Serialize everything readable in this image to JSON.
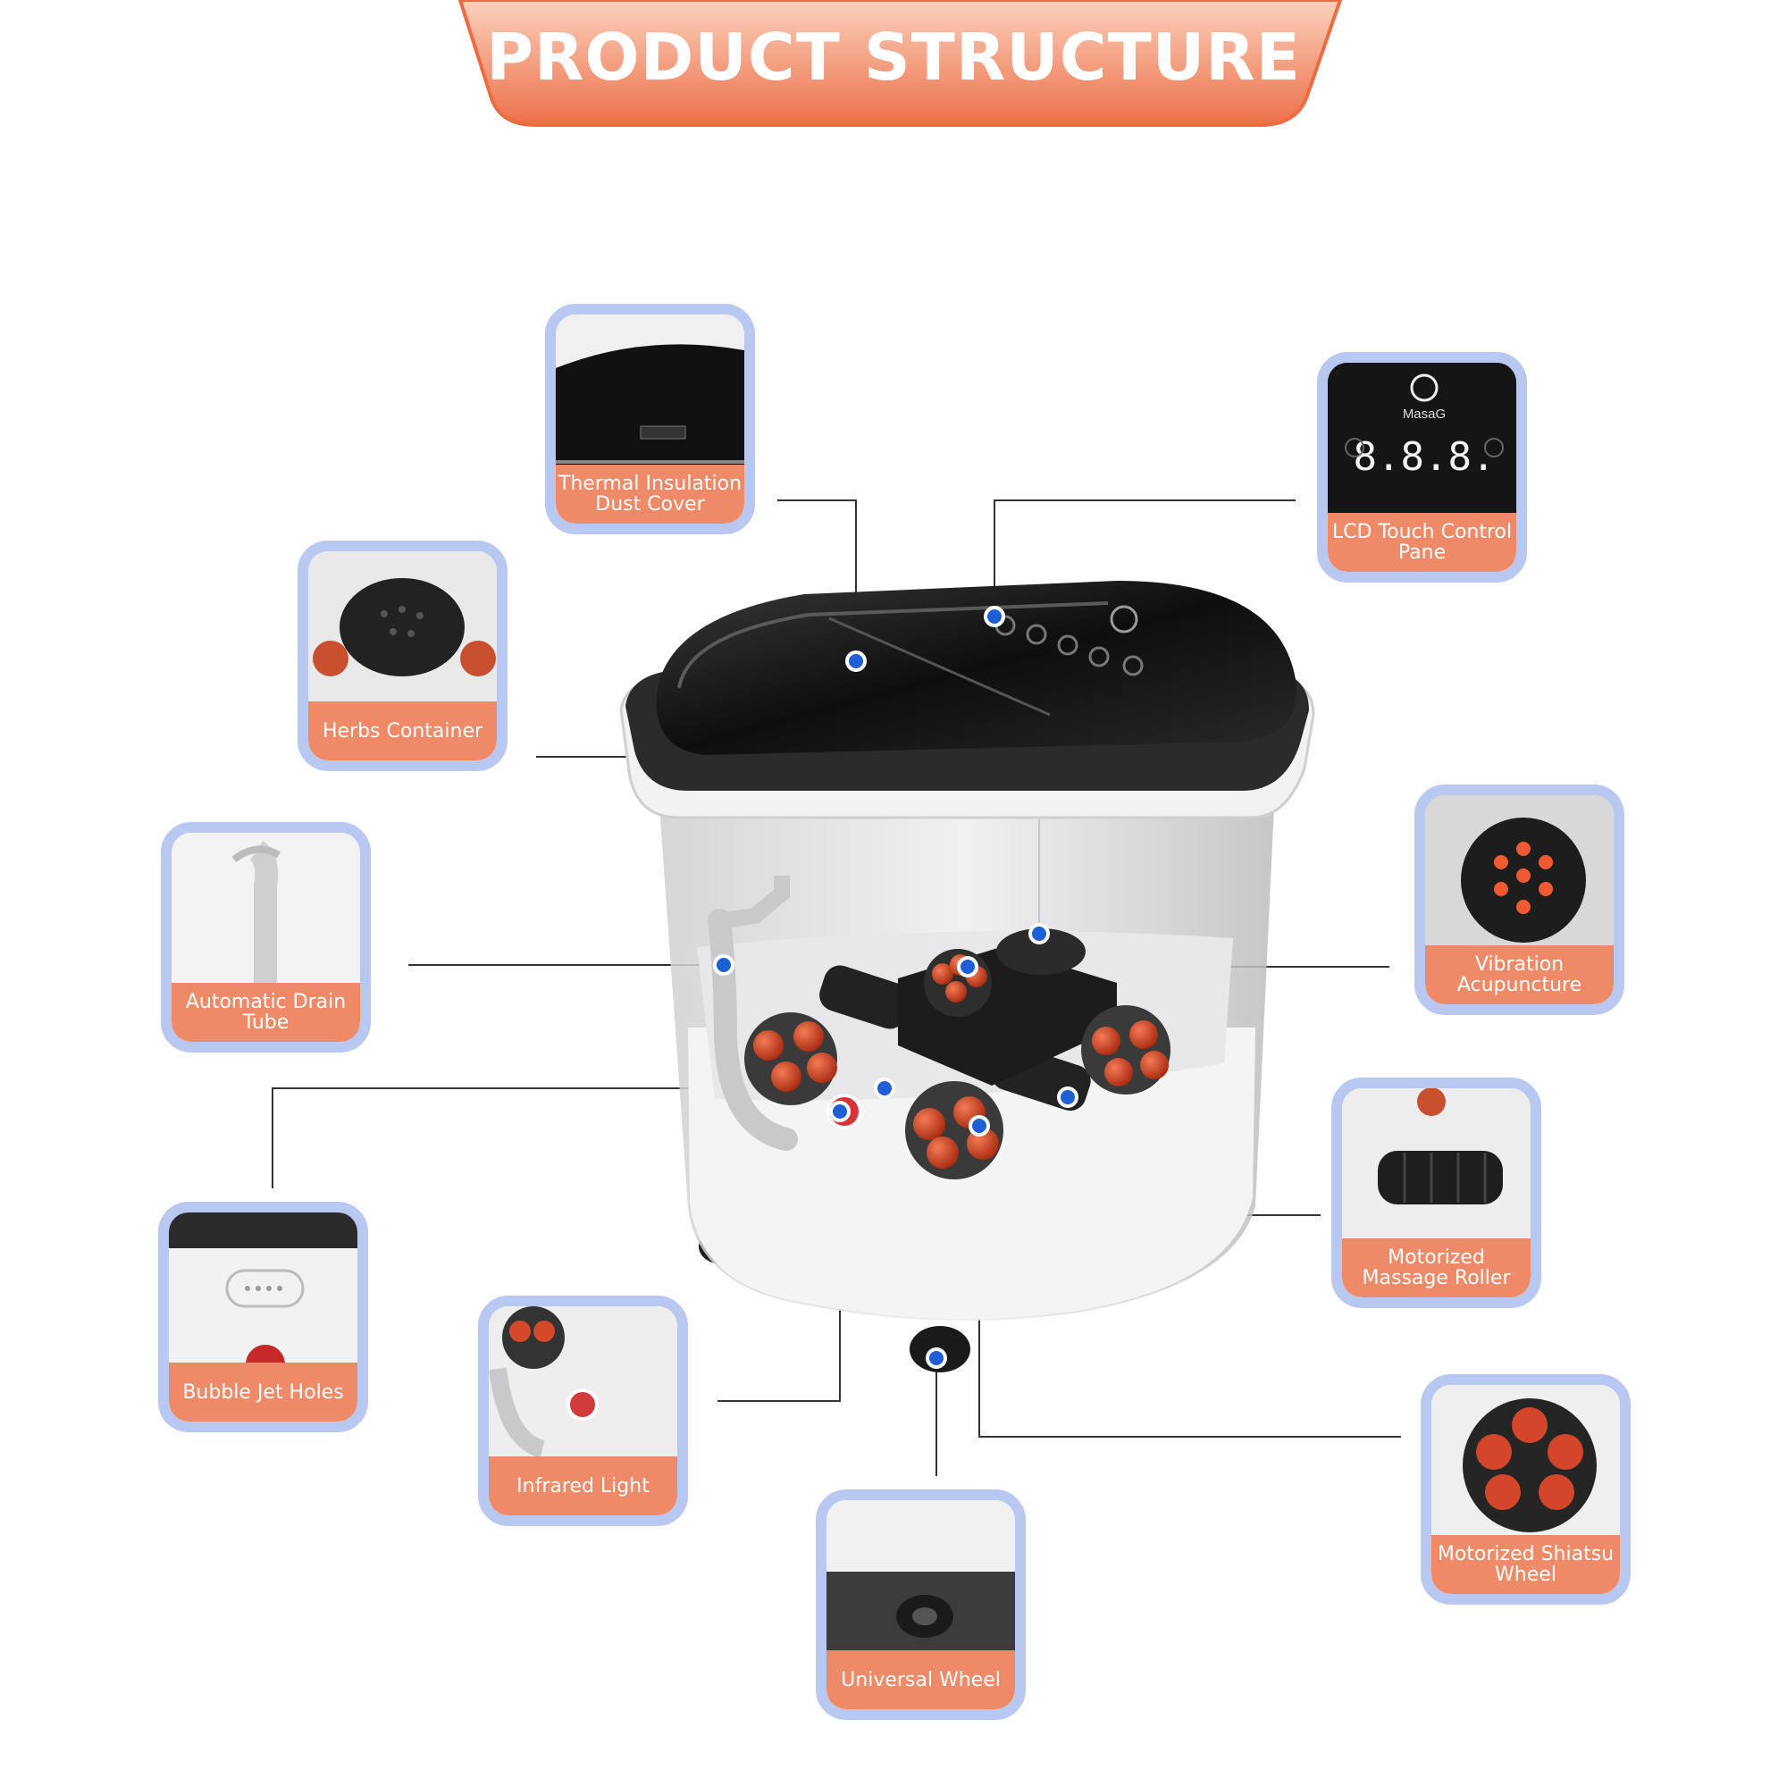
{
  "header": {
    "title": "PRODUCT STRUCTURE"
  },
  "colors": {
    "banner_top": "#f9c2a8",
    "banner_bottom": "#ee7a52",
    "caption_bg": "#ef8a69",
    "card_border": "#b9c8f0",
    "pointer": "#1f5fd6"
  },
  "components": [
    {
      "id": "thermal-insulation-dust-cover",
      "label": "Thermal Insulation Dust Cover",
      "icon": "lid-icon"
    },
    {
      "id": "lcd-touch-control-panel",
      "label": "LCD Touch Control Pane",
      "icon": "display-icon"
    },
    {
      "id": "herbs-container",
      "label": "Herbs Container",
      "icon": "perforated-box-icon"
    },
    {
      "id": "vibration-acupuncture",
      "label": "Vibration Acupuncture",
      "icon": "acupoint-pad-icon"
    },
    {
      "id": "automatic-drain-tube",
      "label": "Automatic Drain Tube",
      "icon": "hose-icon"
    },
    {
      "id": "motorized-massage-roller",
      "label": "Motorized Massage Roller",
      "icon": "roller-icon"
    },
    {
      "id": "bubble-jet-holes",
      "label": "Bubble Jet Holes",
      "icon": "bubble-jet-icon"
    },
    {
      "id": "infrared-light",
      "label": "Infrared Light",
      "icon": "infrared-icon"
    },
    {
      "id": "motorized-shiatsu-wheel",
      "label": "Motorized Shiatsu Wheel",
      "icon": "shiatsu-wheel-icon"
    },
    {
      "id": "universal-wheel",
      "label": "Universal Wheel",
      "icon": "caster-wheel-icon"
    }
  ],
  "product": {
    "brand": "MasaG",
    "display_digits": "8.8.8."
  }
}
